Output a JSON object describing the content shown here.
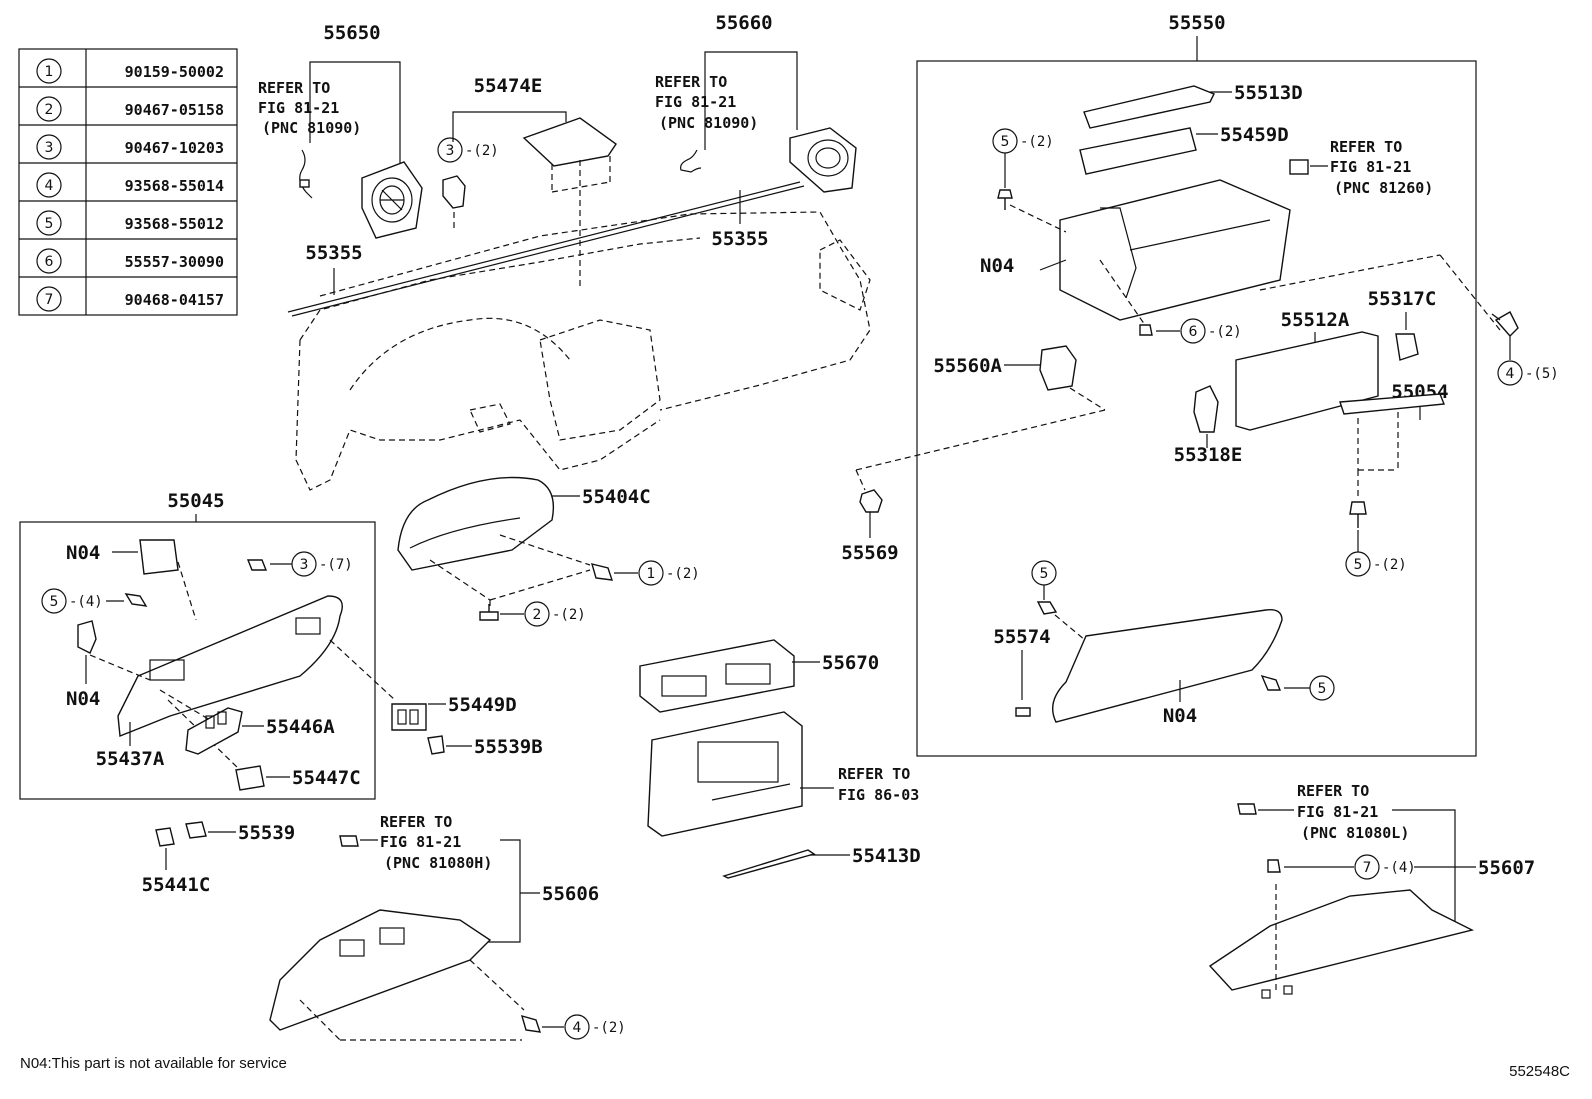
{
  "parts_table": [
    {
      "index": "1",
      "part_no": "90159-50002"
    },
    {
      "index": "2",
      "part_no": "90467-05158"
    },
    {
      "index": "3",
      "part_no": "90467-10203"
    },
    {
      "index": "4",
      "part_no": "93568-55014"
    },
    {
      "index": "5",
      "part_no": "93568-55012"
    },
    {
      "index": "6",
      "part_no": "55557-30090"
    },
    {
      "index": "7",
      "part_no": "90468-04157"
    }
  ],
  "labels": {
    "p55650": "55650",
    "p55660": "55660",
    "p55550": "55550",
    "p55474E": "55474E",
    "p55355a": "55355",
    "p55355b": "55355",
    "p55513D": "55513D",
    "p55459D": "55459D",
    "p55512A": "55512A",
    "p55317C": "55317C",
    "p55560A": "55560A",
    "p55054": "55054",
    "p55318E": "55318E",
    "p55569": "55569",
    "p55404C": "55404C",
    "p55045": "55045",
    "p55449D": "55449D",
    "p55539B": "55539B",
    "p55446A": "55446A",
    "p55437A": "55437A",
    "p55447C": "55447C",
    "p55539": "55539",
    "p55441C": "55441C",
    "p55606": "55606",
    "p55670": "55670",
    "p55413D": "55413D",
    "p55574": "55574",
    "p55607": "55607",
    "n04a": "N04",
    "n04b": "N04",
    "n04c": "N04",
    "n04d": "N04"
  },
  "references": {
    "r1": {
      "l1": "REFER TO",
      "l2": "FIG 81-21",
      "l3": "(PNC 81090)"
    },
    "r2": {
      "l1": "REFER TO",
      "l2": "FIG 81-21",
      "l3": "(PNC 81090)"
    },
    "r3": {
      "l1": "REFER TO",
      "l2": "FIG 81-21",
      "l3": "(PNC 81260)"
    },
    "r4": {
      "l1": "REFER TO",
      "l2": "FIG 81-21",
      "l3": "(PNC 81080H)"
    },
    "r5": {
      "l1": "REFER TO",
      "l2": "FIG 86-03"
    },
    "r6": {
      "l1": "REFER TO",
      "l2": "FIG 81-21",
      "l3": "(PNC 81080L)"
    }
  },
  "callouts": {
    "c3a": {
      "num": "3",
      "qty": "-(2)"
    },
    "c5a": {
      "num": "5",
      "qty": "-(2)"
    },
    "c6": {
      "num": "6",
      "qty": "-(2)"
    },
    "c4a": {
      "num": "4",
      "qty": "-(5)"
    },
    "c3b": {
      "num": "3",
      "qty": "-(7)"
    },
    "c5b": {
      "num": "5",
      "qty": "-(4)"
    },
    "c1": {
      "num": "1",
      "qty": "-(2)"
    },
    "c2": {
      "num": "2",
      "qty": "-(2)"
    },
    "c5c": {
      "num": "5",
      "qty": "-(2)"
    },
    "c5d": {
      "num": "5",
      "qty": ""
    },
    "c5e": {
      "num": "5",
      "qty": ""
    },
    "c4b": {
      "num": "4",
      "qty": "-(2)"
    },
    "c7": {
      "num": "7",
      "qty": "-(4)"
    }
  },
  "footer": {
    "note": "N04:This part is not available for service",
    "figure_id": "552548C"
  }
}
